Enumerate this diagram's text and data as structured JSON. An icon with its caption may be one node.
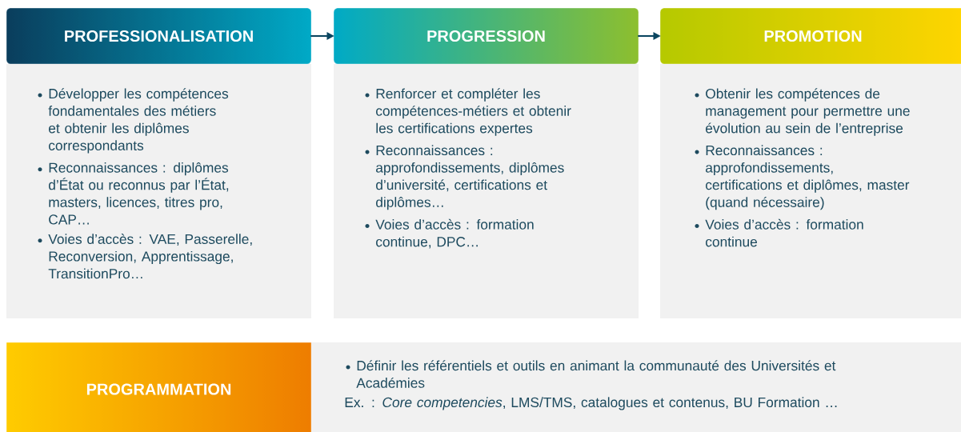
{
  "diagram": {
    "nodes": [
      {
        "text": [
          "PROFESSIONALISATION"
        ]
      },
      {
        "text": [
          "Développer les compétences fondamentales des métiers et obtenir les diplômes correspondants",
          "Reconnaissances : diplômes d’État ou reconnus par l’État, masters, licences, titres pro, CAP…",
          "Voies d’accès : VAE, Passerelle, Reconversion, Apprentissage, TransitionPro…"
        ]
      },
      {
        "text": [
          "PROGRESSION"
        ]
      },
      {
        "text": [
          "Renforcer et compléter les compétences-métiers et obtenir les certifications expertes",
          "Reconnaissances : approfondissements, diplômes d’université, certifications et diplômes…",
          "Voies d’accès : formation continue, DPC…"
        ]
      },
      {
        "text": [
          "PROMOTION"
        ]
      },
      {
        "text": [
          "Obtenir les compétences de management pour permettre une évolution au sein de l’entreprise",
          "Reconnaissances : approfondissements, certifications et diplômes, master (quand nécessaire)",
          "Voies d’accès : formation continue"
        ]
      },
      {
        "text": [
          "PROGRAMMATION"
        ]
      },
      {
        "text": [
          "Définir les référentiels et outils en animant la communauté des Universités et Académies",
          "Ex. : *Core competencies*, LMS/TMS, catalogues et contenus, BU Formation …"
        ]
      }
    ],
    "edges": [
      {
        "from": 0,
        "to": 2,
        "arrow": "to"
      },
      {
        "from": 2,
        "to": 4,
        "arrow": "to"
      }
    ]
  }
}
